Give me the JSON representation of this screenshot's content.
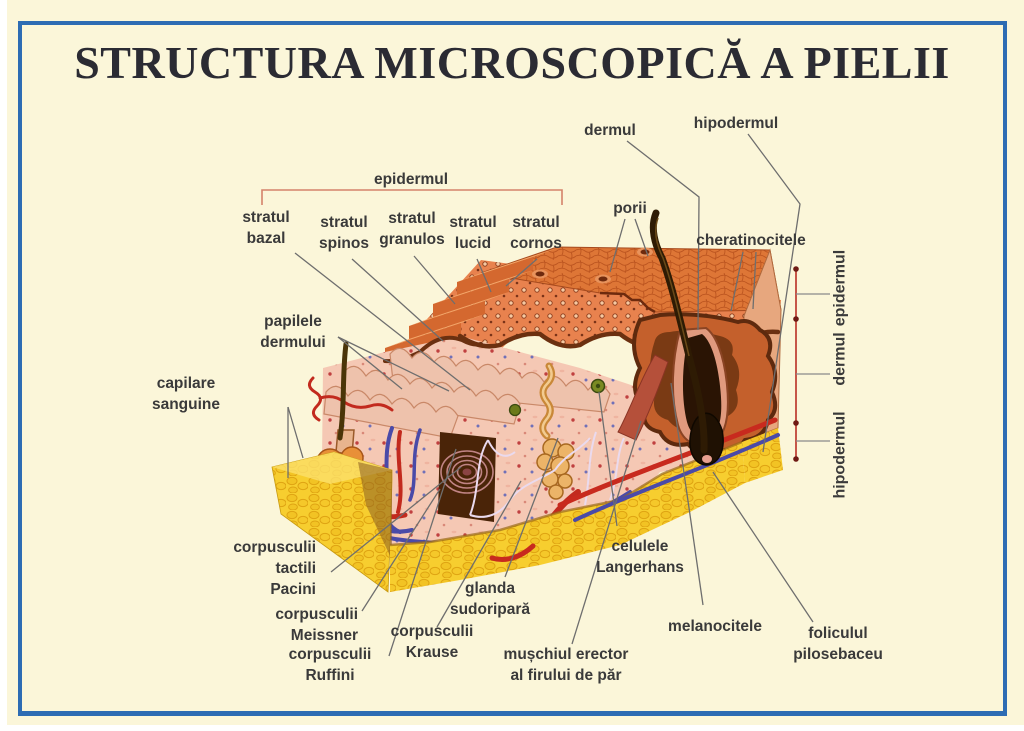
{
  "poster": {
    "title": "STRUCTURA MICROSCOPICĂ A PIELII"
  },
  "callouts": {
    "dermul": {
      "lines": [
        "dermul"
      ]
    },
    "hipodermul": {
      "lines": [
        "hipodermul"
      ]
    },
    "epidermul_bracket": {
      "lines": [
        "epidermul"
      ]
    },
    "stratul_bazal": {
      "lines": [
        "stratul",
        "bazal"
      ]
    },
    "stratul_spinos": {
      "lines": [
        "stratul",
        "spinos"
      ]
    },
    "stratul_granulos": {
      "lines": [
        "stratul",
        "granulos"
      ]
    },
    "stratul_lucid": {
      "lines": [
        "stratul",
        "lucid"
      ]
    },
    "stratul_cornos": {
      "lines": [
        "stratul",
        "cornos"
      ]
    },
    "porii": {
      "lines": [
        "porii"
      ]
    },
    "cheratinocitele": {
      "lines": [
        "cheratinocitele"
      ]
    },
    "papilele_dermului": {
      "lines": [
        "papilele",
        "dermului"
      ]
    },
    "capilare_sanguine": {
      "lines": [
        "capilare",
        "sanguine"
      ]
    },
    "corpusculii_tactili_pacini": {
      "lines": [
        "corpusculii",
        "tactili",
        "Pacini"
      ]
    },
    "corpusculii_meissner": {
      "lines": [
        "corpusculii",
        "Meissner"
      ]
    },
    "corpusculii_ruffini": {
      "lines": [
        "corpusculii",
        "Ruffini"
      ]
    },
    "corpusculii_krause": {
      "lines": [
        "corpusculii",
        "Krause"
      ]
    },
    "glanda_sudoripara": {
      "lines": [
        "glanda",
        "sudoripară"
      ]
    },
    "muschiul_erector": {
      "lines": [
        "mușchiul erector",
        "al firului de păr"
      ]
    },
    "celulele_langerhans": {
      "lines": [
        "celulele",
        "Langerhans"
      ]
    },
    "melanocitele": {
      "lines": [
        "melanocitele"
      ]
    },
    "foliculul_pilosebaceu": {
      "lines": [
        "foliculul",
        "pilosebaceu"
      ]
    }
  },
  "layer_scale": {
    "epidermul": "epidermul",
    "dermul": "dermul",
    "hipodermul": "hipodermul"
  },
  "colors": {
    "background_cream": "#FBF6D9",
    "frame_blue": "#2D6CB3",
    "title_text": "#2B2B33",
    "label_text": "#3A3A3A",
    "leader_line": "#6E6E6E",
    "bracket_salmon": "#D4826A",
    "scale_line": "#C65648",
    "skin_surface": "#DE7636",
    "epidermis_cut": "#E8824E",
    "dermis_pink": "#F5C8B4",
    "hypodermis_yellow": "#F7CE2F",
    "artery_red": "#C22A1E",
    "vein_blue": "#4A4AA8",
    "hair_brown": "#2E1B04"
  }
}
